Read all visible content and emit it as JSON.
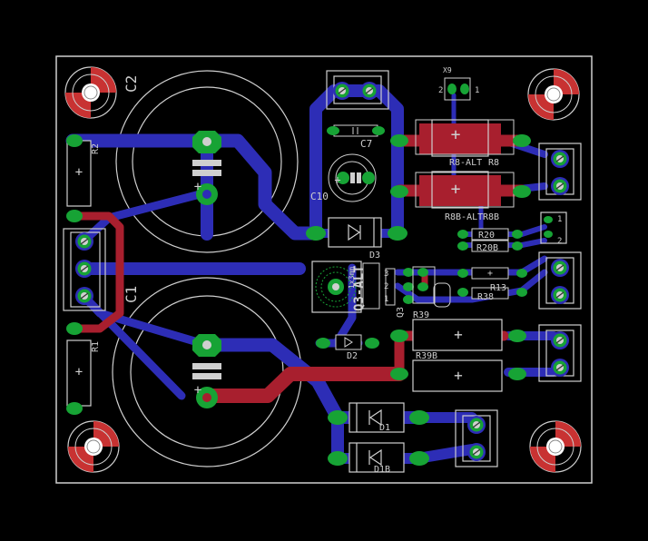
{
  "colors": {
    "background": "#000000",
    "outline": "#cfcfcf",
    "bottom_copper": "#2d2db6",
    "top_copper": "#a81f2e",
    "pad": "#17a335",
    "via": "#2aa83c",
    "silkscreen": "#d6d6d6",
    "hole_fill": "#ffffff",
    "mount_red": "#c83232"
  },
  "components": {
    "c2": "C2",
    "c1": "C1",
    "c7": "C7",
    "c10": "C10",
    "r1": "R1",
    "r2": "R2",
    "d1": "D1",
    "d1b": "D1B",
    "d2": "D2",
    "d3": "D3",
    "r8": "R8",
    "r8_alt": "R8-ALT",
    "r8b": "R8B",
    "r8b_alt": "R8B-ALT",
    "r20": "R20",
    "r20b": "R20B",
    "r13": "R13",
    "r38": "R38",
    "r39": "R39",
    "r39b": "R39B",
    "q3": "Q3",
    "q3_alt": "Q3-ALT",
    "pot_marking": "1x3mm",
    "x9": "X9",
    "x9_pin1": "1",
    "x9_pin2": "2",
    "j_pin1": "1",
    "j_pin2": "2",
    "q_pin1": "1",
    "q_pin2": "2",
    "q_pin3": "3"
  }
}
